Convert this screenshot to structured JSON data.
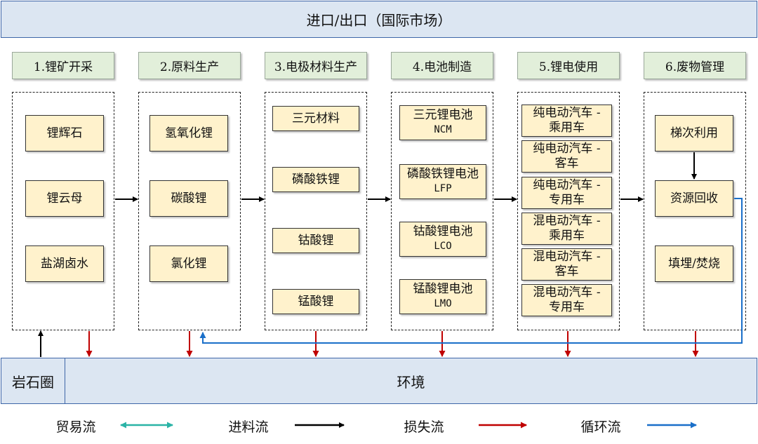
{
  "top_banner": "进口/出口（国际市场）",
  "stages": [
    "1.锂矿开采",
    "2.原料生产",
    "3.电极材料生产",
    "4.电池制造",
    "5.锂电使用",
    "6.废物管理"
  ],
  "mining": [
    "锂辉石",
    "锂云母",
    "盐湖卤水"
  ],
  "raw_materials": [
    "氢氧化锂",
    "碳酸锂",
    "氯化锂"
  ],
  "electrode_materials": [
    "三元材料",
    "磷酸铁锂",
    "钴酸锂",
    "锰酸锂"
  ],
  "batteries": [
    {
      "name": "三元锂电池",
      "code": "NCM"
    },
    {
      "name": "磷酸铁锂电池",
      "code": "LFP"
    },
    {
      "name": "钴酸锂电池",
      "code": "LCO"
    },
    {
      "name": "锰酸锂电池",
      "code": "LMO"
    }
  ],
  "uses": [
    {
      "line1": "纯电动汽车 -",
      "line2": "乘用车"
    },
    {
      "line1": "纯电动汽车 -",
      "line2": "客车"
    },
    {
      "line1": "纯电动汽车 -",
      "line2": "专用车"
    },
    {
      "line1": "混电动汽车 -",
      "line2": "乘用车"
    },
    {
      "line1": "混电动汽车 -",
      "line2": "客车"
    },
    {
      "line1": "混电动汽车 -",
      "line2": "专用车"
    }
  ],
  "waste": [
    "梯次利用",
    "资源回收",
    "填埋/焚烧"
  ],
  "bottom": {
    "lithosphere": "岩石圈",
    "environment": "环境"
  },
  "legend": [
    {
      "label": "贸易流",
      "color": "#2ab3a6"
    },
    {
      "label": "进料流",
      "color": "#000000"
    },
    {
      "label": "损失流",
      "color": "#c00000"
    },
    {
      "label": "循环流",
      "color": "#1a6fc9"
    }
  ]
}
